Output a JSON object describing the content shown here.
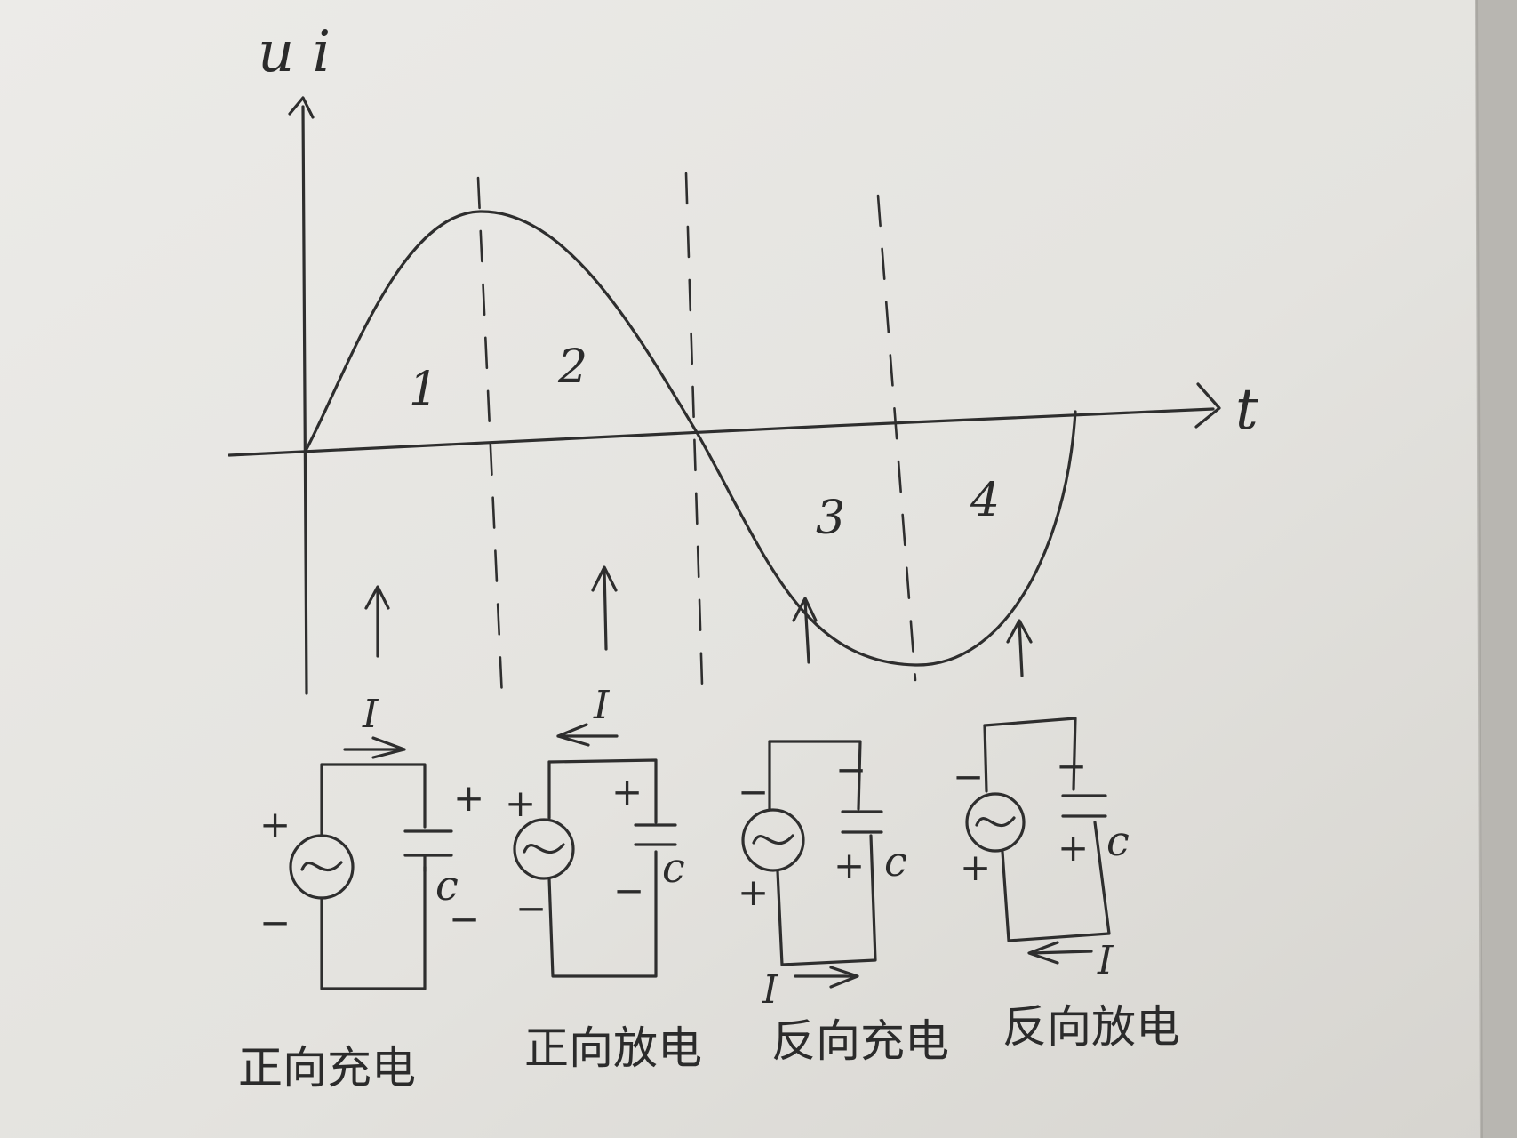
{
  "axes": {
    "y_label": "u i",
    "x_label": "t"
  },
  "regions": [
    "1",
    "2",
    "3",
    "4"
  ],
  "circuits": [
    {
      "current_label": "I",
      "source_top": "+",
      "source_bottom": "−",
      "cap_top": "+",
      "cap_bottom": "−",
      "cap_label": "c",
      "caption": "正向充电"
    },
    {
      "current_label": "I",
      "source_top": "+",
      "source_bottom": "−",
      "cap_top": "+",
      "cap_bottom": "−",
      "cap_label": "c",
      "caption": "正向放电"
    },
    {
      "current_label": "I",
      "source_top": "−",
      "source_bottom": "+",
      "cap_top": "−",
      "cap_bottom": "+",
      "cap_label": "c",
      "caption": "反向充电"
    },
    {
      "current_label": "I",
      "source_top": "−",
      "source_bottom": "+",
      "cap_top": "−",
      "cap_bottom": "+",
      "cap_label": "c",
      "caption": "反向放电"
    }
  ]
}
